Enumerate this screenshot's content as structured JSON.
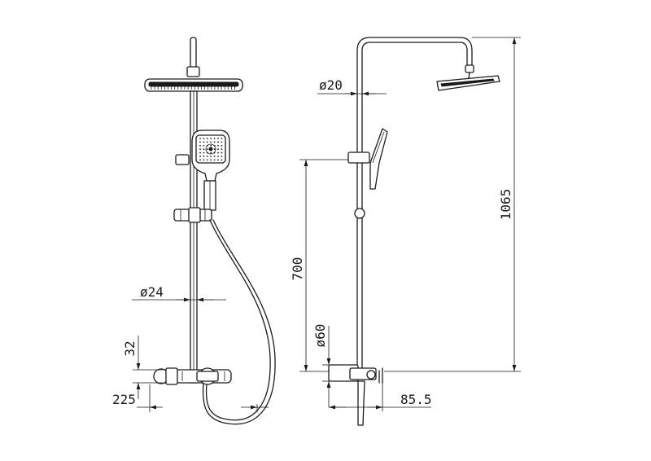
{
  "dimensions": {
    "rail_diameter_front": "ø24",
    "rail_diameter_side": "ø20",
    "mixer_height": "32",
    "spout_reach": "225",
    "holder_height": "700",
    "total_height": "1065",
    "outlet_diameter": "ø60",
    "wall_offset": "85.5"
  },
  "colors": {
    "line": "#1a1a1a",
    "background": "#ffffff"
  }
}
